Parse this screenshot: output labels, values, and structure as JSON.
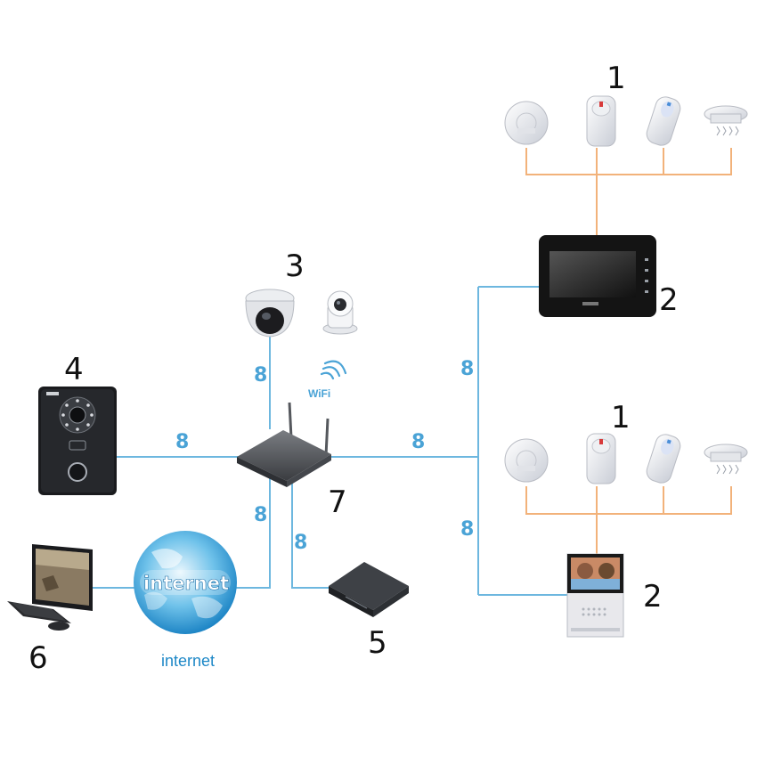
{
  "labels": {
    "sensors_top": "1",
    "sensors_bottom": "1",
    "monitor_top": "2",
    "monitor_bottom": "2",
    "ip_cameras": "3",
    "door_station": "4",
    "nvr": "5",
    "pc": "6",
    "router": "7"
  },
  "cable_label": "8",
  "wifi_label": "WiFi",
  "internet": {
    "globe_text": "internet",
    "caption": "internet"
  },
  "colors": {
    "network_line": "#6db7df",
    "alarm_line": "#f2b27a",
    "cable_text": "#4aa3d6"
  },
  "icons": [
    "smoke-detector-icon",
    "pir-sensor-icon",
    "curtain-sensor-icon",
    "gas-detector-icon",
    "dome-camera-icon",
    "pt-camera-icon",
    "door-station-icon",
    "router-icon",
    "nvr-icon",
    "indoor-monitor-icon",
    "globe-icon",
    "computer-icon",
    "wifi-icon"
  ]
}
